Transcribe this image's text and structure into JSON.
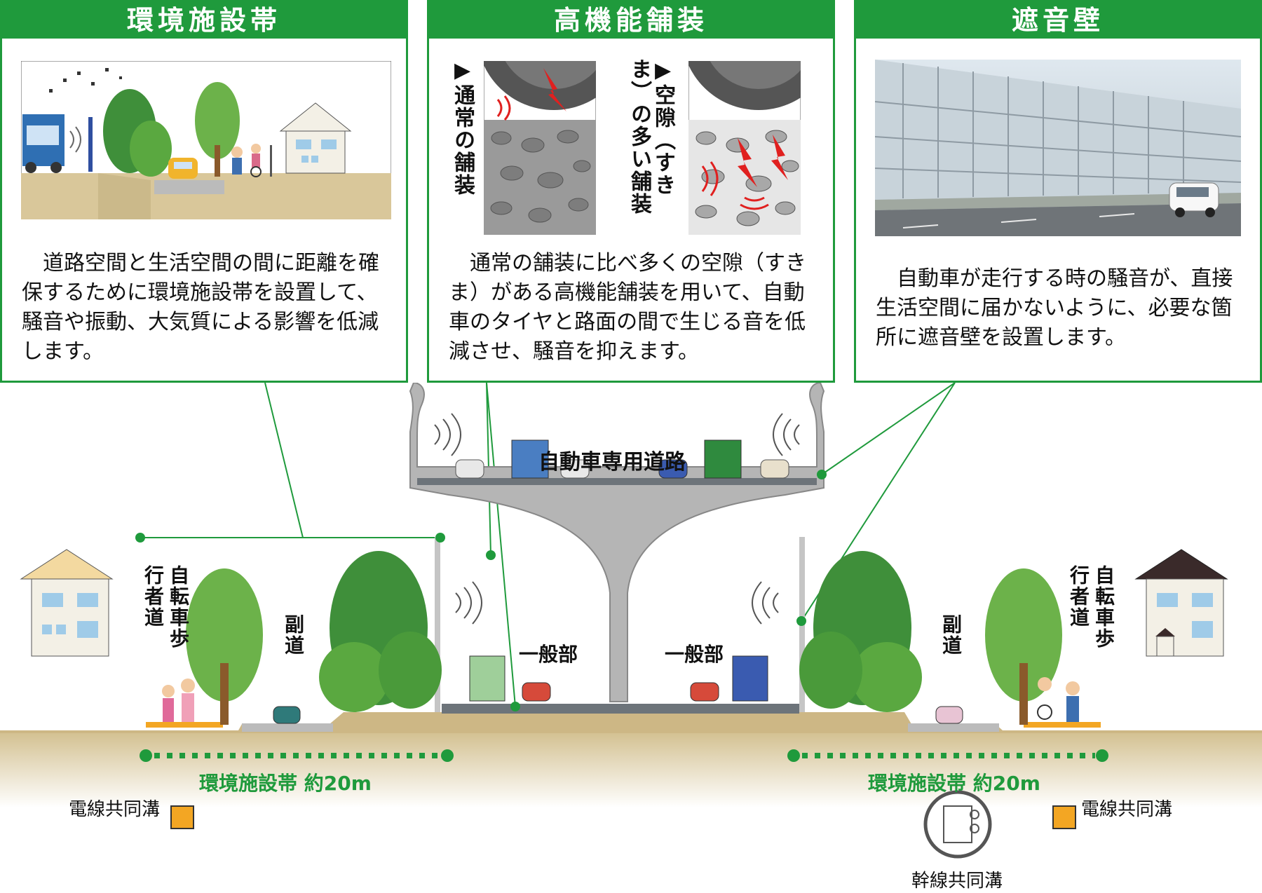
{
  "panels": {
    "environment": {
      "title": "環境施設帯",
      "text": "道路空間と生活空間の間に距離を確保するために環境施設帯を設置して、騒音や振動、大気質による影響を低減します。"
    },
    "pavement": {
      "title": "高機能舗装",
      "label_normal": "▶通常の舗装",
      "label_porous": "▶空隙（すきま）の多い舗装",
      "text": "通常の舗装に比べ多くの空隙（すきま）がある高機能舗装を用いて、自動車のタイヤと路面の間で生じる音を低減させ、騒音を抑えます。"
    },
    "noise_wall": {
      "title": "遮音壁",
      "text": "自動車が走行する時の騒音が、直接生活空間に届かないように、必要な箇所に遮音壁を設置します。"
    }
  },
  "cross_section": {
    "expressway": "自動車専用道路",
    "general_left": "一般部",
    "general_right": "一般部",
    "side_road_left": "副道",
    "side_road_right": "副道",
    "sidewalk_left": "自転車歩行者道",
    "sidewalk_right": "自転車歩行者道",
    "zone_left": "環境施設帯 約20m",
    "zone_right": "環境施設帯 約20m",
    "conduit_left": "電線共同溝",
    "conduit_right": "電線共同溝",
    "trunk_conduit": "幹線共同溝"
  },
  "colors": {
    "accent_green": "#1f9a3c",
    "ground": "#d9c79a",
    "concrete": "#b5b5b5",
    "conduit_orange": "#f3a623",
    "tree_green": "#4a9a3a"
  }
}
